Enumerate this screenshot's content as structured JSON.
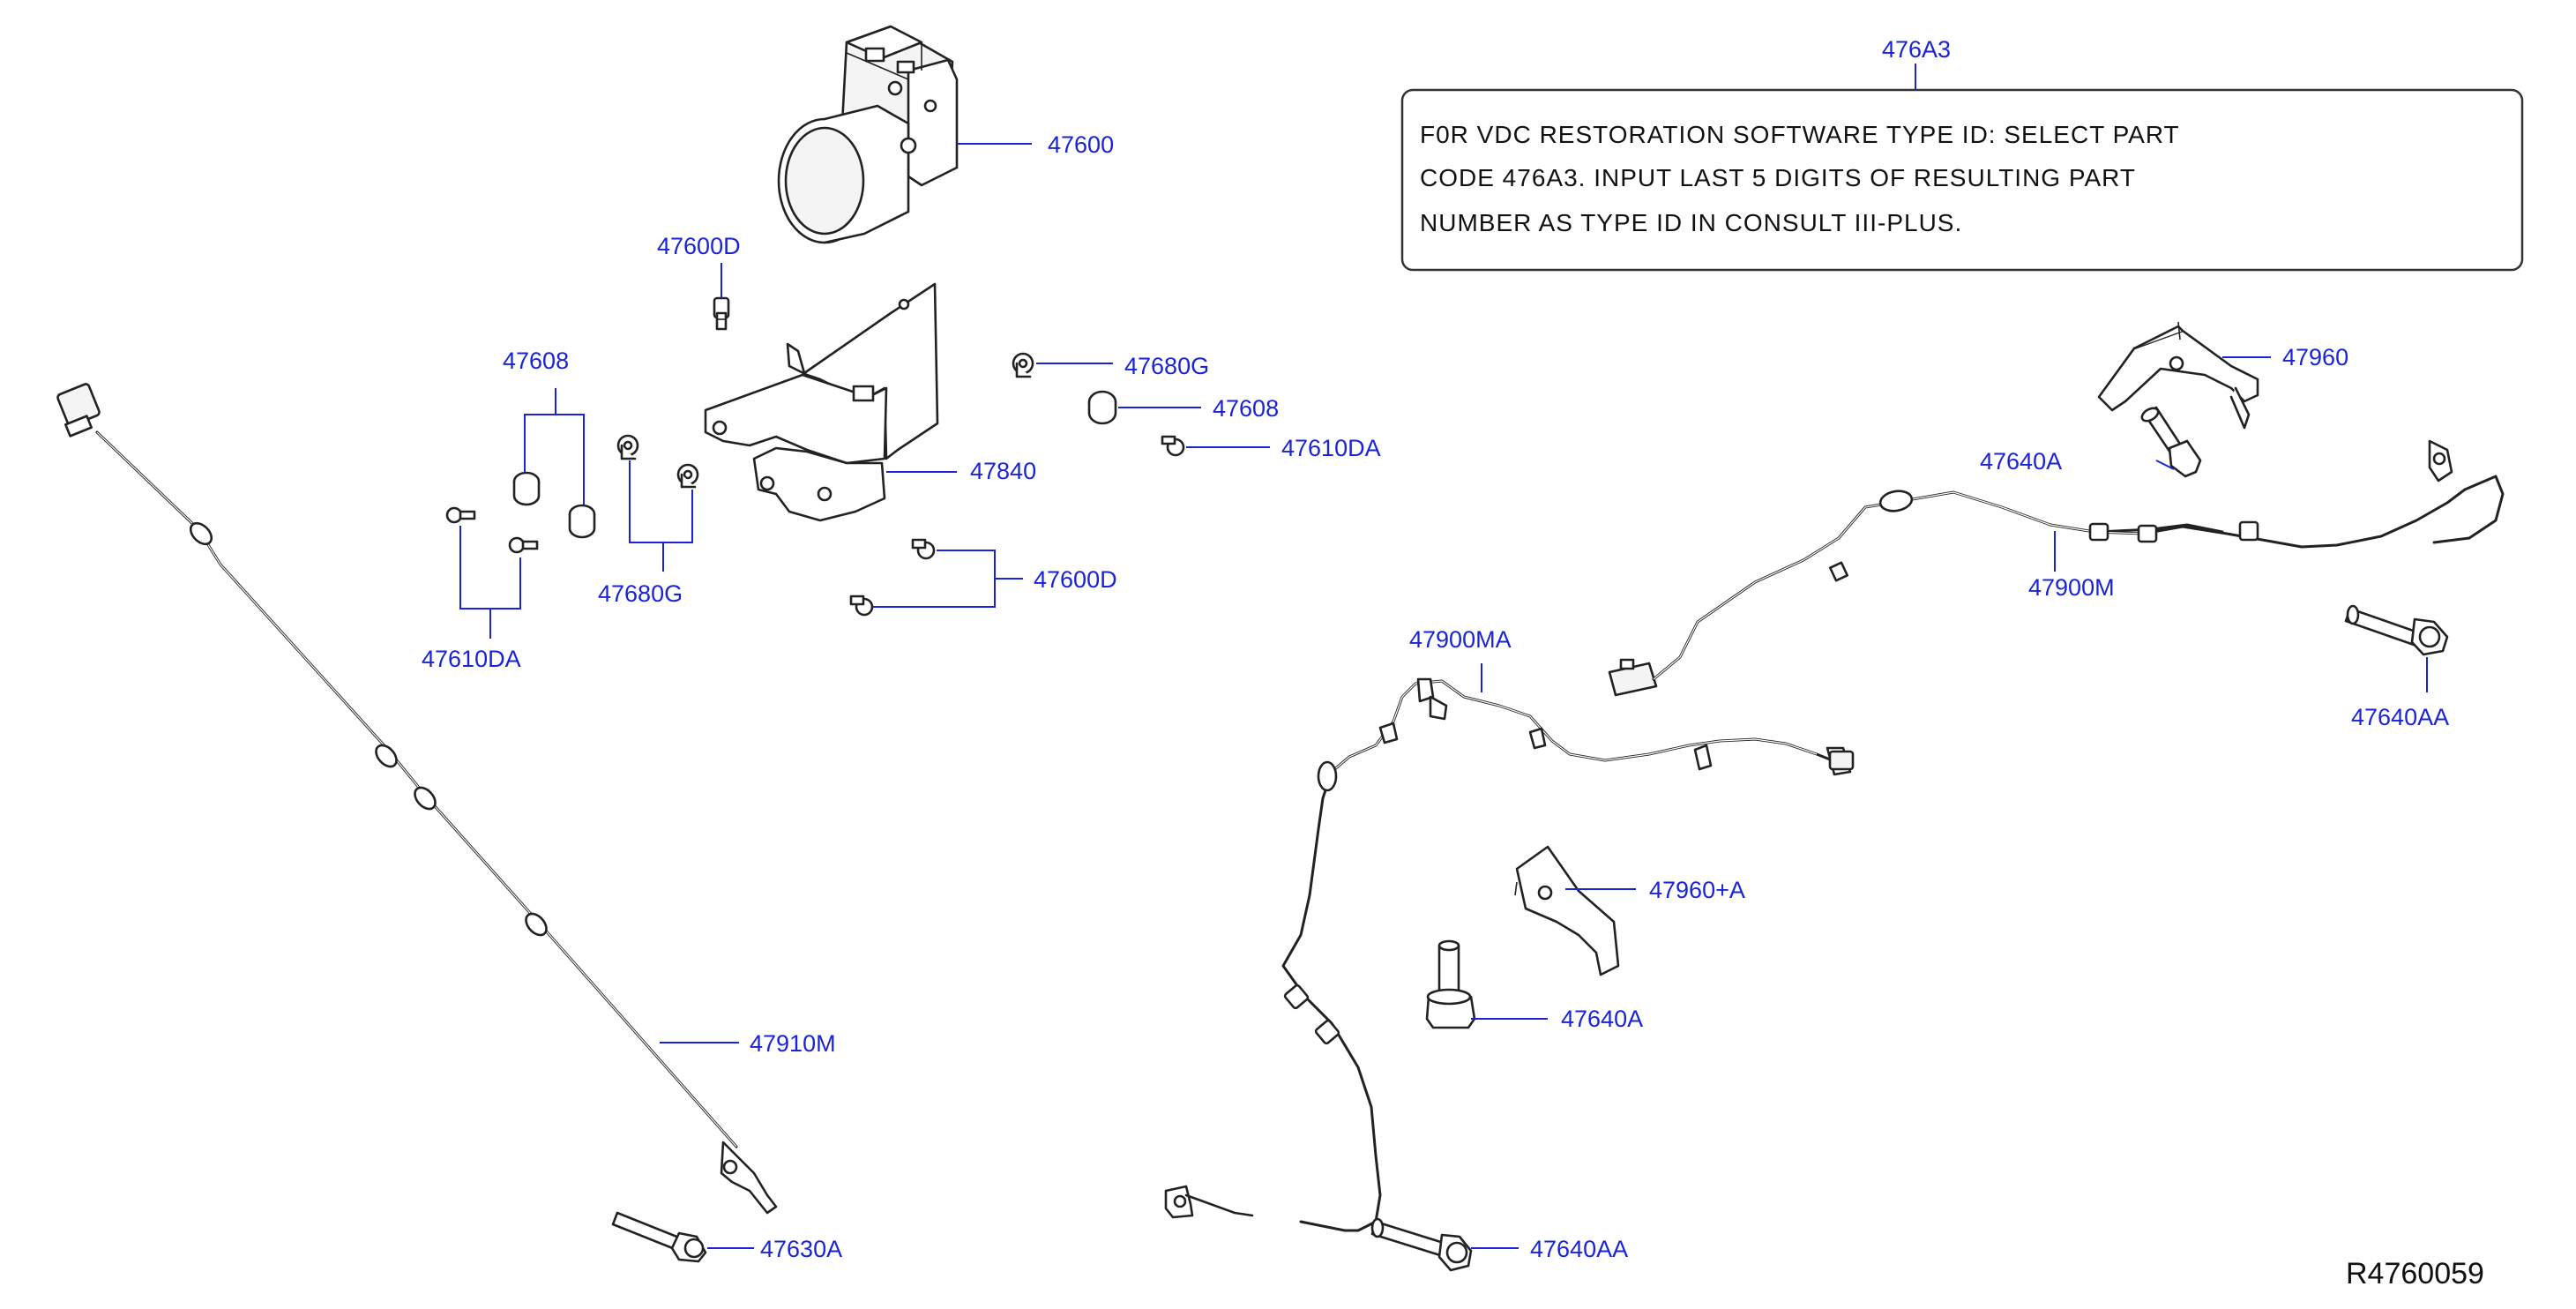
{
  "diagram_id": "R4760059",
  "callouts": {
    "c476A3": "476A3",
    "c47600": "47600",
    "c47600D_top": "47600D",
    "c47608_left": "47608",
    "c47680G_right": "47680G",
    "c47608_right": "47608",
    "c47610DA_right": "47610DA",
    "c47840": "47840",
    "c47680G_left": "47680G",
    "c47600D_bottom": "47600D",
    "c47610DA_left": "47610DA",
    "c47910M": "47910M",
    "c47630A": "47630A",
    "c47960": "47960",
    "c47640A_top": "47640A",
    "c47900M": "47900M",
    "c47640AA_right": "47640AA",
    "c47900MA": "47900MA",
    "c47960A": "47960+A",
    "c47640A_bottom": "47640A",
    "c47640AA_bottom": "47640AA"
  },
  "note": {
    "line1": "F0R  VDC  RESTORATION  SOFTWARE  TYPE  ID:  SELECT  PART",
    "line2": "CODE  476A3.  INPUT  LAST  5  DIGITS  OF  RESULTING  PART",
    "line3": "NUMBER  AS  TYPE  ID  IN  CONSULT  III-PLUS."
  }
}
